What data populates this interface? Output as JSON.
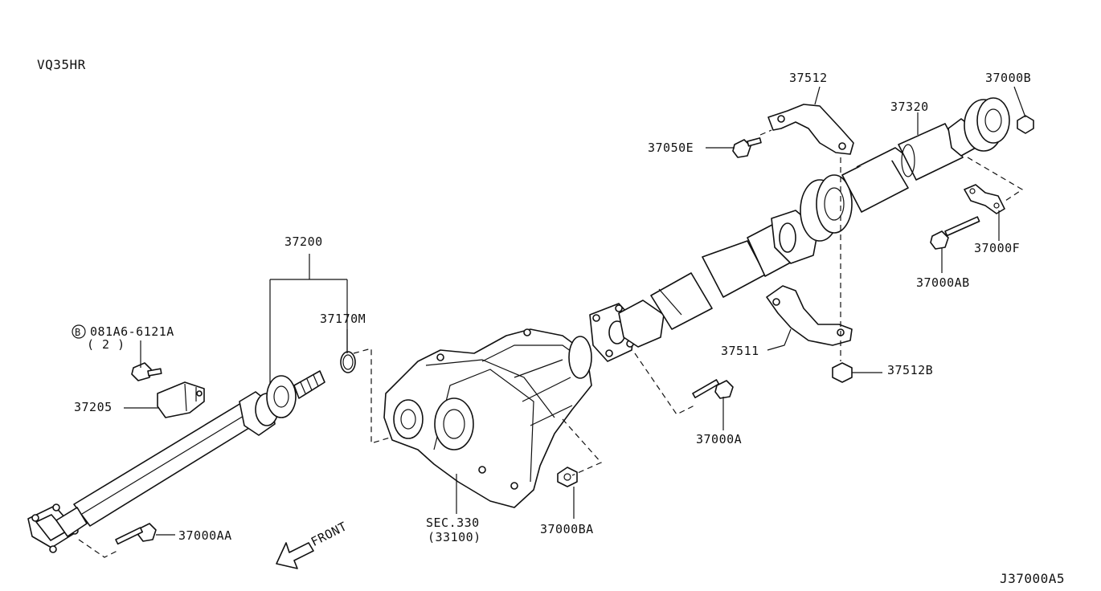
{
  "engine_label": "VQ35HR",
  "diagram_id": "J37000A5",
  "front_indicator": "FRONT",
  "parts": {
    "p37512": "37512",
    "p37000B": "37000B",
    "p37320": "37320",
    "p37050E": "37050E",
    "p37000F": "37000F",
    "p37000AB": "37000AB",
    "p37200": "37200",
    "p37170M": "37170M",
    "bolt_code_badge": "B",
    "bolt_code": "081A6-6121A",
    "bolt_qty": "( 2 )",
    "p37205": "37205",
    "p37511": "37511",
    "p37512B": "37512B",
    "p37000A": "37000A",
    "sec_ref": "SEC.330",
    "sec_ref_sub": "(33100)",
    "p37000BA": "37000BA",
    "p37000AA": "37000AA"
  }
}
